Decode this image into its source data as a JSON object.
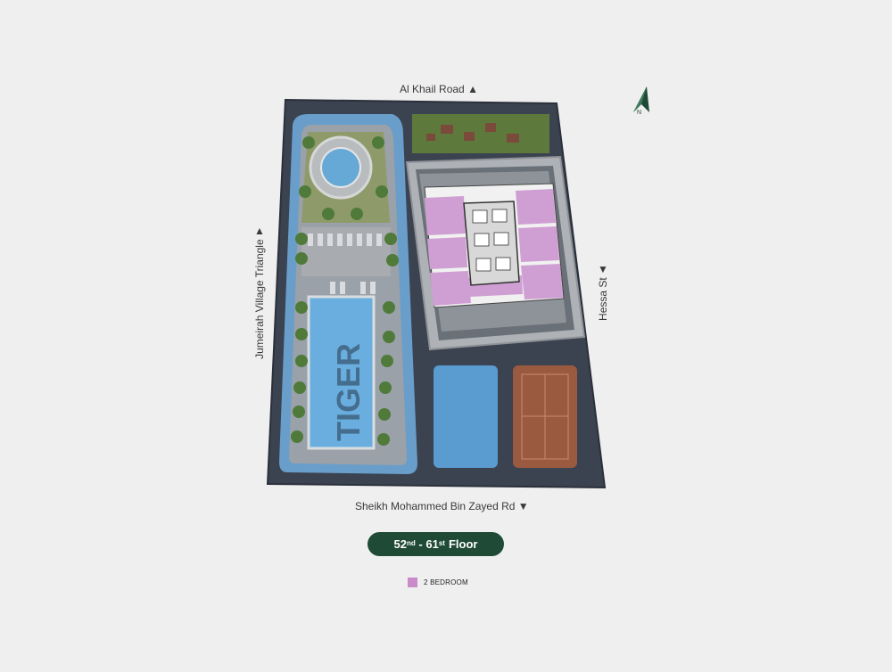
{
  "roads": {
    "north": "Al Khail Road",
    "south": "Sheikh Mohammed Bin Zayed Rd",
    "west": "Jumeirah Village Triangle",
    "east": "Hessa St"
  },
  "road_arrows": {
    "north": "▲",
    "south": "▼",
    "west": "▲",
    "east": "▼"
  },
  "compass": {
    "label": "N",
    "icon": "north-arrow-icon"
  },
  "pool_text": "TIGER",
  "floor": {
    "from": "52",
    "from_suffix": "nd",
    "separator": " - ",
    "to": "61",
    "to_suffix": "st",
    "word": "Floor"
  },
  "legend": [
    {
      "label": "2 BEDROOM",
      "color": "#c98bc9"
    }
  ],
  "colors": {
    "accent": "#1f4a36",
    "site_border": "#3b4250",
    "pool": "#5a9bd0",
    "court": "#9a5a3f",
    "two_bedroom": "#c98bc9"
  }
}
